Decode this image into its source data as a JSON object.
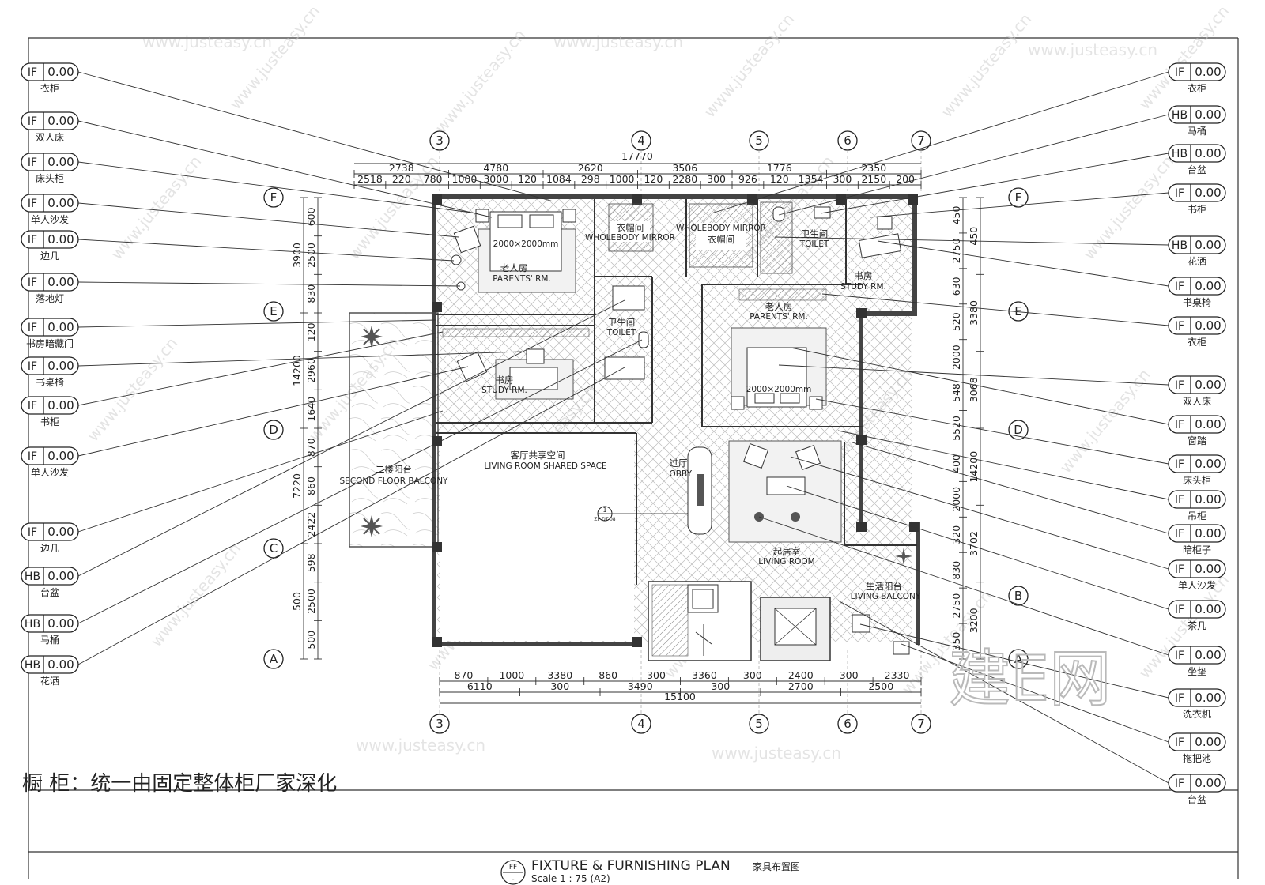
{
  "left_tags": [
    {
      "code": "IF",
      "value": "0.00",
      "name": "衣柜"
    },
    {
      "code": "IF",
      "value": "0.00",
      "name": "双人床"
    },
    {
      "code": "IF",
      "value": "0.00",
      "name": "床头柜"
    },
    {
      "code": "IF",
      "value": "0.00",
      "name": "单人沙发"
    },
    {
      "code": "IF",
      "value": "0.00",
      "name": "边几"
    },
    {
      "code": "IF",
      "value": "0.00",
      "name": "落地灯"
    },
    {
      "code": "IF",
      "value": "0.00",
      "name": "书房暗藏门"
    },
    {
      "code": "IF",
      "value": "0.00",
      "name": "书桌椅"
    },
    {
      "code": "IF",
      "value": "0.00",
      "name": "书柜"
    },
    {
      "code": "IF",
      "value": "0.00",
      "name": "单人沙发"
    },
    {
      "code": "IF",
      "value": "0.00",
      "name": "边几"
    },
    {
      "code": "HB",
      "value": "0.00",
      "name": "台盆"
    },
    {
      "code": "HB",
      "value": "0.00",
      "name": "马桶"
    },
    {
      "code": "HB",
      "value": "0.00",
      "name": "花洒"
    }
  ],
  "right_tags": [
    {
      "code": "IF",
      "value": "0.00",
      "name": "衣柜"
    },
    {
      "code": "HB",
      "value": "0.00",
      "name": "马桶"
    },
    {
      "code": "HB",
      "value": "0.00",
      "name": "台盆"
    },
    {
      "code": "IF",
      "value": "0.00",
      "name": "书柜"
    },
    {
      "code": "HB",
      "value": "0.00",
      "name": "花洒"
    },
    {
      "code": "IF",
      "value": "0.00",
      "name": "书桌椅"
    },
    {
      "code": "IF",
      "value": "0.00",
      "name": "衣柜"
    },
    {
      "code": "IF",
      "value": "0.00",
      "name": "双人床"
    },
    {
      "code": "IF",
      "value": "0.00",
      "name": "窗踏"
    },
    {
      "code": "IF",
      "value": "0.00",
      "name": "床头柜"
    },
    {
      "code": "IF",
      "value": "0.00",
      "name": "吊柜"
    },
    {
      "code": "IF",
      "value": "0.00",
      "name": "暗柜子"
    },
    {
      "code": "IF",
      "value": "0.00",
      "name": "单人沙发"
    },
    {
      "code": "IF",
      "value": "0.00",
      "name": "茶几"
    },
    {
      "code": "IF",
      "value": "0.00",
      "name": "坐垫"
    },
    {
      "code": "IF",
      "value": "0.00",
      "name": "洗衣机"
    },
    {
      "code": "IF",
      "value": "0.00",
      "name": "拖把池"
    },
    {
      "code": "IF",
      "value": "0.00",
      "name": "台盆"
    }
  ],
  "grid": {
    "columns": [
      "3",
      "4",
      "5",
      "6",
      "7"
    ],
    "rows": [
      "F",
      "E",
      "D",
      "C",
      "A"
    ],
    "rows_right": [
      "F",
      "E",
      "D",
      "B",
      "A"
    ]
  },
  "dimensions": {
    "top_total": "17770",
    "top_row1": [
      "2738",
      "4780",
      "2620",
      "3506",
      "1776",
      "2350"
    ],
    "top_row2": [
      "2518",
      "220",
      "780",
      "1000",
      "3000",
      "120",
      "1084",
      "298",
      "1000",
      "120",
      "2280",
      "300",
      "926",
      "120",
      "1354",
      "300",
      "2150",
      "200"
    ],
    "bottom_row1": [
      "870",
      "1000",
      "3380",
      "860",
      "300",
      "3360",
      "300",
      "2400",
      "300",
      "2330"
    ],
    "bottom_row2": [
      "6110",
      "300",
      "3490",
      "300",
      "2700",
      "2500"
    ],
    "bottom_total": "15100",
    "left_outer": [
      "3900",
      "14200",
      "7220",
      "500"
    ],
    "left_inner": [
      "600",
      "2500",
      "830",
      "120",
      "2960",
      "1640",
      "870",
      "860",
      "2422",
      "598",
      "2500",
      "500"
    ],
    "right_inner": [
      "450",
      "2750",
      "630",
      "520",
      "2000",
      "548",
      "5520",
      "400",
      "2000",
      "320",
      "830",
      "2750",
      "350"
    ],
    "right_outer": [
      "450",
      "3380",
      "3068",
      "14200",
      "3702",
      "3200"
    ]
  },
  "rooms": {
    "parents_rm_1_cn": "老人房",
    "parents_rm_1_en": "PARENTS' RM.",
    "bed_size_1": "2000×2000mm",
    "closet_cn_1": "衣帽间",
    "closet_en_1": "WHOLEBODY MIRROR",
    "closet_cn_2": "衣帽间",
    "closet_en_2": "WHOLEBODY MIRROR",
    "toilet_cn_1": "卫生间",
    "toilet_en_1": "TOILET",
    "toilet_cn_2": "卫生间",
    "toilet_en_2": "TOILET",
    "study_1_cn": "书房",
    "study_1_en": "STUDY RM.",
    "study_2_cn": "书房",
    "study_2_en": "STUDY RM.",
    "parents_rm_2_cn": "老人房",
    "parents_rm_2_en": "PARENTS' RM.",
    "bed_size_2": "2000×2000mm",
    "living_shared_cn": "客厅共享空间",
    "living_shared_en": "LIVING ROOM SHARED SPACE",
    "balcony_cn": "二楼阳台",
    "balcony_en": "SECOND FLOOR BALCONY",
    "lobby_cn": "过厅",
    "lobby_en": "LOBBY",
    "living_cn": "起居室",
    "living_en": "LIVING ROOM",
    "living_balcony_cn": "生活阳台",
    "living_balcony_en": "LIVING BALCONY",
    "section_ref_num": "1",
    "section_ref_code": "ZF-DT-08"
  },
  "note": "橱 柜：统一由固定整体柜厂家深化",
  "title_block": {
    "symbol_top": "FF",
    "symbol_bottom": "-",
    "title": "FIXTURE & FURNISHING PLAN",
    "title_cn": "家具布置图",
    "scale": "Scale 1 : 75 (A2)"
  },
  "watermarks": {
    "url": "www.justeasy.cn",
    "brand": "建E网"
  }
}
